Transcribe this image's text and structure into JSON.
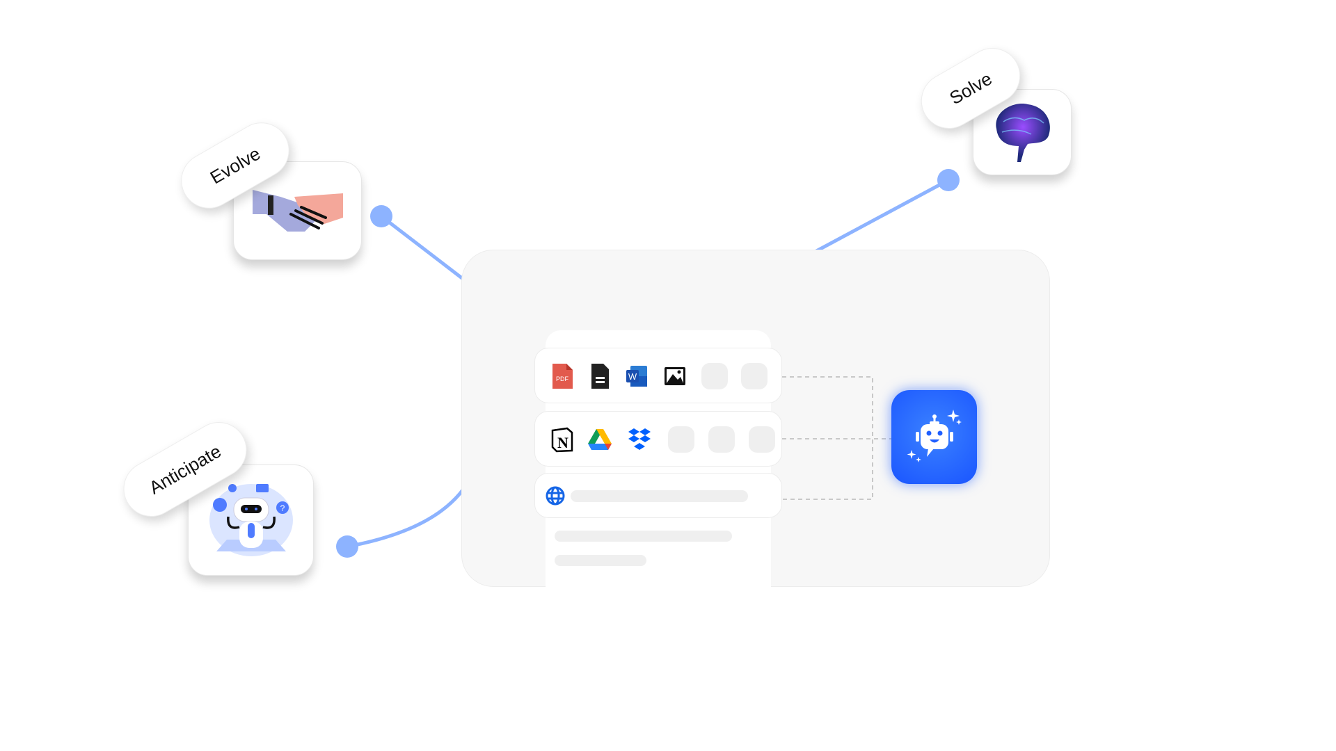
{
  "labels": {
    "evolve": "Evolve",
    "solve": "Solve",
    "anticipate": "Anticipate"
  },
  "icons": {
    "row1": [
      "pdf-icon",
      "document-icon",
      "word-icon",
      "image-icon"
    ],
    "row2": [
      "notion-icon",
      "google-drive-icon",
      "dropbox-icon"
    ],
    "row3": [
      "globe-icon"
    ],
    "pdf_text": "PDF",
    "word_text": "W",
    "notion_text": "N"
  },
  "colors": {
    "accent": "#8db3ff",
    "robot": "#1f5fff",
    "card": "#f7f7f7"
  }
}
